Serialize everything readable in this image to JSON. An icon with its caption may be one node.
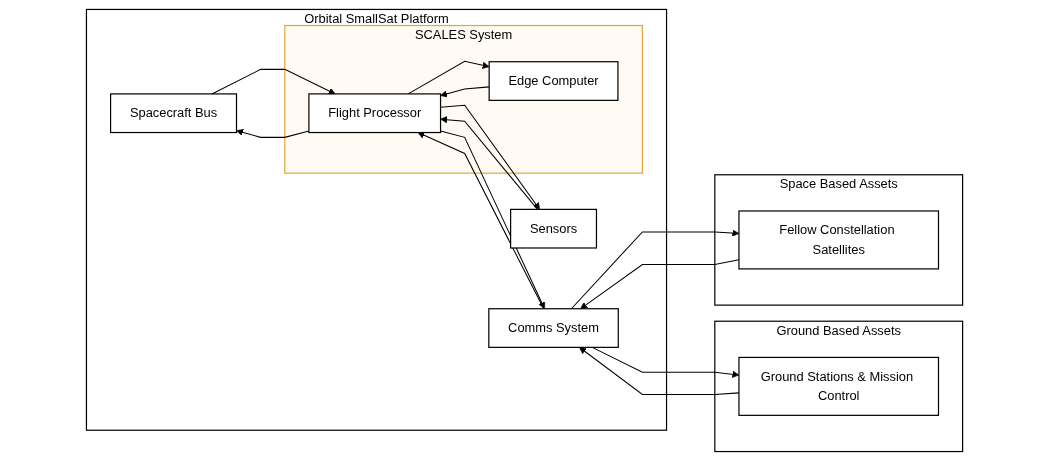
{
  "diagram": {
    "nodes": [
      {
        "text": [
          "Orbital SmallSat Platform"
        ]
      },
      {
        "text": [
          "Sensors"
        ],
        "in": 0
      },
      {
        "text": [
          "SCALES System"
        ],
        "in": 0
      },
      {
        "text": [
          "Edge Computer"
        ],
        "in": 2
      },
      {
        "text": [
          "Flight Processor"
        ],
        "in": 2
      },
      {
        "text": [
          "Comms System"
        ],
        "in": 0
      },
      {
        "text": [
          "Spacecraft Bus"
        ],
        "in": 0
      },
      {
        "text": [
          "Ground Based Assets"
        ]
      },
      {
        "text": [
          "Ground Stations & Mission Control"
        ],
        "in": 7
      },
      {
        "text": [
          "Space Based Assets"
        ]
      },
      {
        "text": [
          "Fellow Constellation Satellites"
        ],
        "in": 9
      }
    ],
    "edges": [
      {
        "from": 1,
        "to": 4,
        "arrow": "to"
      },
      {
        "from": 4,
        "to": 1,
        "arrow": "to"
      },
      {
        "from": 4,
        "to": 3,
        "arrow": "to"
      },
      {
        "from": 3,
        "to": 4,
        "arrow": "to"
      },
      {
        "from": 5,
        "to": 4,
        "arrow": "to"
      },
      {
        "from": 4,
        "to": 5,
        "arrow": "to"
      },
      {
        "from": 6,
        "to": 4,
        "arrow": "to"
      },
      {
        "from": 4,
        "to": 6,
        "arrow": "to"
      },
      {
        "from": 8,
        "to": 5,
        "arrow": "to"
      },
      {
        "from": 10,
        "to": 5,
        "arrow": "to"
      },
      {
        "from": 5,
        "to": 8,
        "arrow": "to"
      },
      {
        "from": 5,
        "to": 10,
        "arrow": "to"
      }
    ]
  }
}
